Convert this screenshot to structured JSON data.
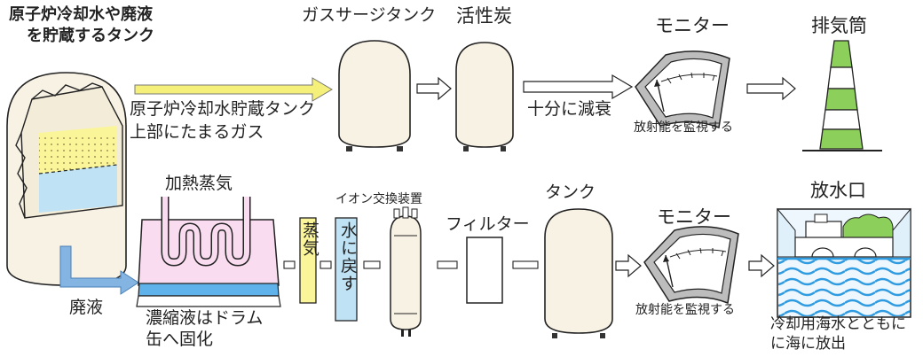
{
  "labels": {
    "source_tank": "原子炉冷却水や廃液",
    "source_tank_2": "を貯蔵するタンク",
    "gas_surge_tank": "ガスサージタンク",
    "activated_carbon": "活性炭",
    "monitor_top": "モニター",
    "stack": "排気筒",
    "gas_desc_1": "原子炉冷却水貯蔵タンク",
    "gas_desc_2": "上部にたまるガス",
    "decay": "十分に減衰",
    "monitoring_top": "放射能を監視する",
    "heating_steam": "加熱蒸気",
    "steam_box": "蒸気",
    "return_water_box": "水に戻す",
    "ion_exchanger": "イオン交換装置",
    "filter": "フィルター",
    "tank": "タンク",
    "monitor_bottom": "モニター",
    "outlet": "放水口",
    "waste": "廃液",
    "concentrate_1": "濃縮液はドラム",
    "concentrate_2": "缶へ固化",
    "monitoring_bottom": "放射能を監視する",
    "discharge_1": "冷却用海水とともに",
    "discharge_2": "に海に放出"
  },
  "colors": {
    "tank_fill": "#f8f2e4",
    "gas_yellow": "#fbf59a",
    "liquid_blue": "#bfe3f5",
    "flow_arrow_yellow": "#f4f07a",
    "flow_arrow_blue": "#84b4e2",
    "evaporator_pink": "#f9dcf0",
    "steam_box": "#fbf59a",
    "water_box": "#bfe3f5",
    "stack_green": "#8ccf5a",
    "sea_blue": "#2f9be0"
  }
}
